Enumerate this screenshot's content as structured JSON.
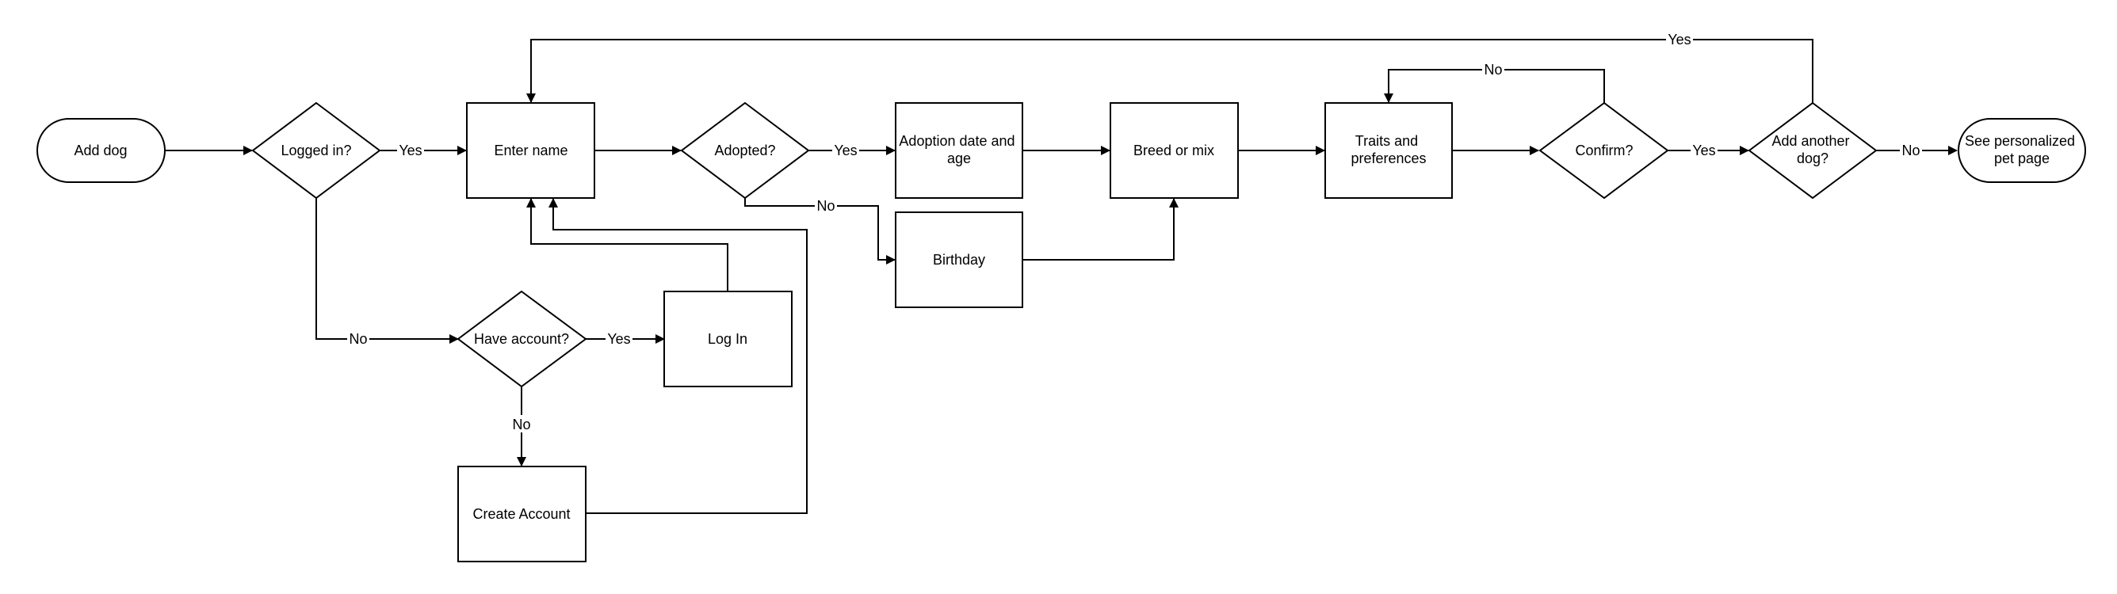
{
  "diagram": {
    "nodes": {
      "add_dog": "Add dog",
      "logged_in": "Logged in?",
      "enter_name": "Enter name",
      "adopted": "Adopted?",
      "adoption_date": [
        "Adoption date and",
        "age"
      ],
      "breed": "Breed or mix",
      "traits": [
        "Traits and",
        "preferences"
      ],
      "confirm": "Confirm?",
      "add_another": [
        "Add another",
        "dog?"
      ],
      "see_page": [
        "See personalized",
        "pet page"
      ],
      "birthday": "Birthday",
      "have_account": "Have account?",
      "log_in": "Log In",
      "create_account": "Create Account"
    },
    "edge_labels": {
      "logged_in_yes": "Yes",
      "logged_in_no": "No",
      "adopted_yes": "Yes",
      "adopted_no": "No",
      "have_account_yes": "Yes",
      "have_account_no": "No",
      "confirm_yes": "Yes",
      "confirm_no": "No",
      "add_another_yes": "Yes",
      "add_another_no": "No"
    }
  }
}
